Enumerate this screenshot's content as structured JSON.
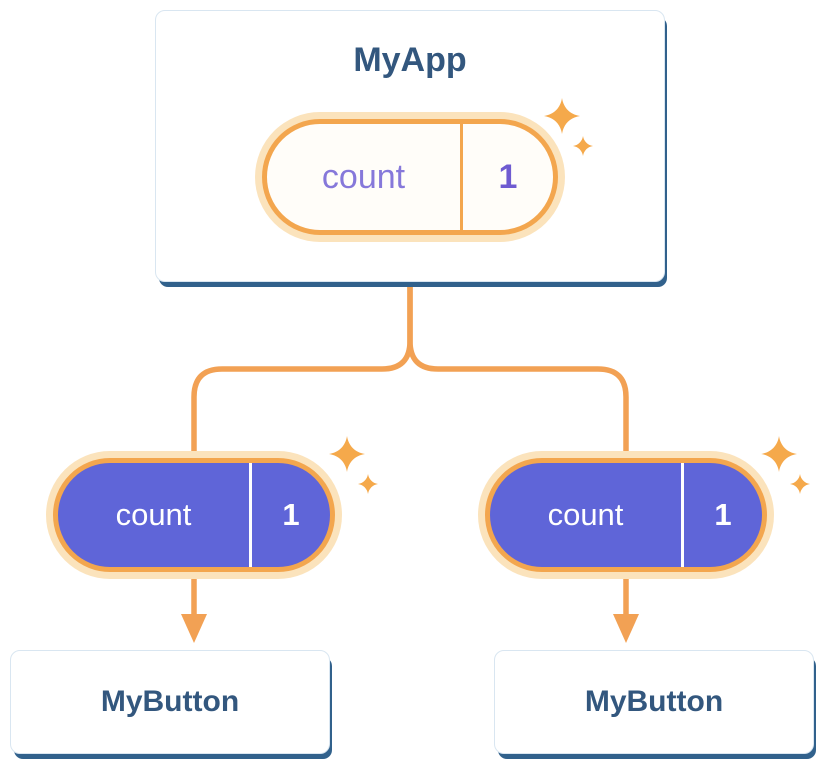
{
  "diagram": {
    "root_card": {
      "title": "MyApp",
      "pill": {
        "label": "count",
        "value": "1"
      }
    },
    "children": [
      {
        "card_title": "MyButton",
        "pill": {
          "label": "count",
          "value": "1"
        }
      },
      {
        "card_title": "MyButton",
        "pill": {
          "label": "count",
          "value": "1"
        }
      }
    ],
    "icons": {
      "sparkle": "sparkle-icon",
      "arrow": "arrow-down-icon",
      "connector": "tree-connector"
    },
    "colors": {
      "accent_orange": "#F2A154",
      "sparkle_orange": "#F5A94B",
      "pill_border_orange": "#F3A64E",
      "pill_glow_orange": "#FBE3BC",
      "pill_indigo": "#5F65D8",
      "state_label_purple": "#8678DA",
      "state_value_purple": "#6F5BD1",
      "heading_blue": "#33577E",
      "card_shadow_blue": "#31618C"
    }
  }
}
